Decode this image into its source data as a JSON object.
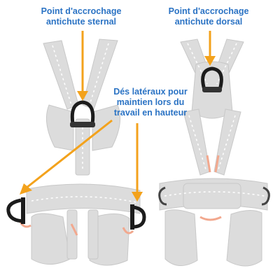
{
  "labels": {
    "sternal": {
      "line1": "Point d'accrochage",
      "line2": "antichute sternal"
    },
    "dorsal": {
      "line1": "Point d'accrochage",
      "line2": "antichute dorsal"
    },
    "lateral": {
      "line1": "Dés latéraux pour",
      "line2": "maintien lors du",
      "line3": "travail en hauteur"
    }
  },
  "colors": {
    "text": "#2b73c4",
    "arrow": "#f3a21c",
    "harness": "#d9d9d9",
    "ring": "#1c1c1c",
    "buckle": "#f2a88e"
  }
}
